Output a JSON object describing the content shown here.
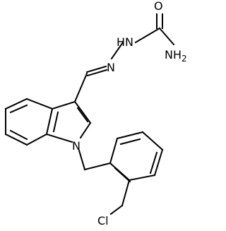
{
  "molecule": {
    "atoms": {
      "O": "O",
      "HN": "HN",
      "NH2": "NH",
      "NH2_sub": "2",
      "N_imine": "N",
      "N_indole": "N",
      "Cl": "Cl"
    }
  }
}
